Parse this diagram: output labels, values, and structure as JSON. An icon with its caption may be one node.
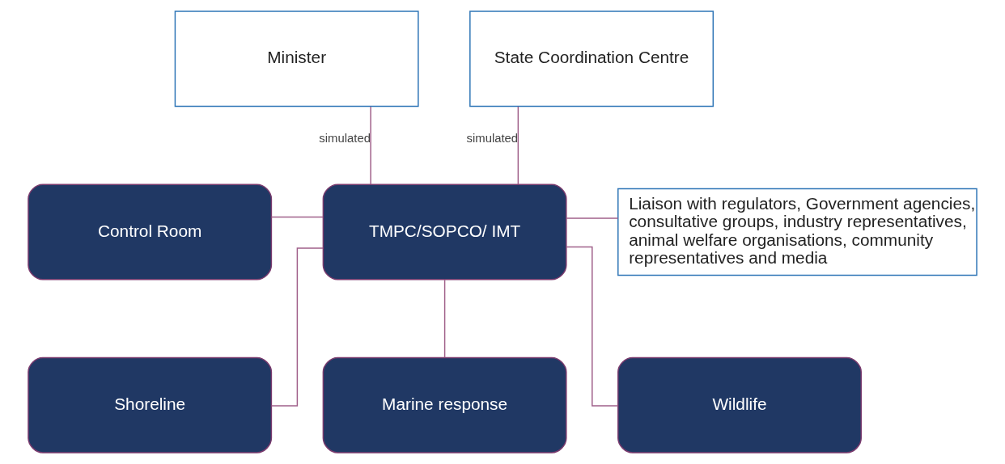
{
  "diagram": {
    "nodes": [
      {
        "text": [
          "Minister"
        ]
      },
      {
        "text": [
          "State Coordination Centre"
        ]
      },
      {
        "text": [
          "Control Room"
        ]
      },
      {
        "text": [
          "TMPC/SOPCO/ IMT"
        ]
      },
      {
        "text": [
          "Liaison with regulators, Government agencies, consultative groups, industry representatives, animal welfare organisations, community representatives and media"
        ]
      },
      {
        "text": [
          "Shoreline"
        ]
      },
      {
        "text": [
          "Marine response"
        ]
      },
      {
        "text": [
          "Wildlife"
        ]
      }
    ],
    "edges": [
      {
        "from": 0,
        "to": 3,
        "arrow": "none",
        "label": "simulated"
      },
      {
        "from": 1,
        "to": 3,
        "arrow": "none",
        "label": "simulated"
      },
      {
        "from": 2,
        "to": 3,
        "arrow": "none"
      },
      {
        "from": 3,
        "to": 4,
        "arrow": "none"
      },
      {
        "from": 3,
        "to": 5,
        "arrow": "none"
      },
      {
        "from": 3,
        "to": 6,
        "arrow": "none"
      },
      {
        "from": 3,
        "to": 7,
        "arrow": "none"
      }
    ]
  }
}
